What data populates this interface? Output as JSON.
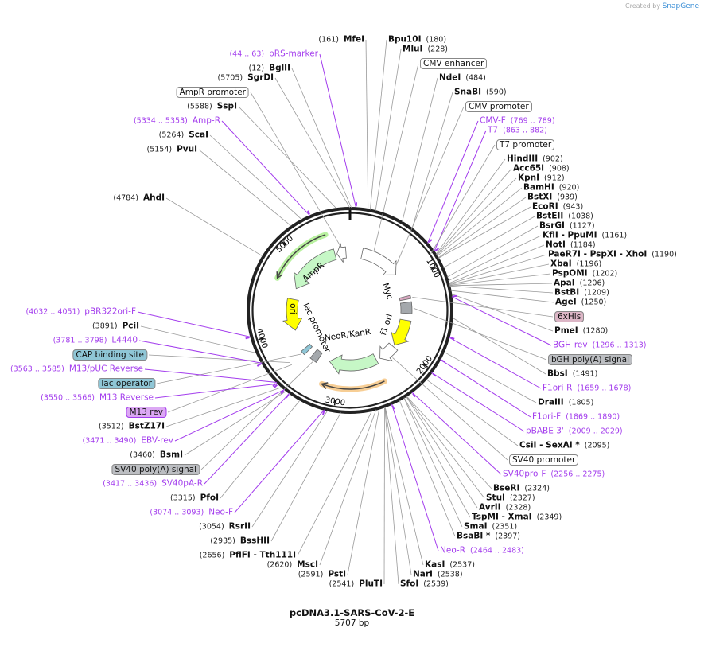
{
  "brand": {
    "prefix": "Created by",
    "name": "SnapGene"
  },
  "plasmid": {
    "name": "pcDNA3.1-SARS-CoV-2-E",
    "length": "5707 bp",
    "total_bp": 5707
  },
  "colors": {
    "site_line": "#999999",
    "primer": "#a33ded",
    "feature_green": "#c6f7c6",
    "feature_yellow": "#ffff00",
    "orf_orange": "#f5c27a",
    "orf_green": "#a8ee88"
  },
  "ticks": [
    "1000",
    "2000",
    "3000",
    "4000",
    "5000"
  ],
  "map_features": [
    "AmpR",
    "ori",
    "lac promoter",
    "NeoR/KanR",
    "f1 ori",
    "Myc"
  ],
  "labels": [
    {
      "type": "site",
      "name": "MfeI",
      "pos": "(161)"
    },
    {
      "type": "site",
      "name": "Bpu10I",
      "pos": "(180)"
    },
    {
      "type": "site",
      "name": "MluI",
      "pos": "(228)"
    },
    {
      "type": "feature",
      "name": "CMV enhancer",
      "color": "#ffffff"
    },
    {
      "type": "site",
      "name": "NdeI",
      "pos": "(484)"
    },
    {
      "type": "site",
      "name": "SnaBI",
      "pos": "(590)"
    },
    {
      "type": "feature",
      "name": "CMV promoter",
      "color": "#ffffff"
    },
    {
      "type": "primer",
      "name": "CMV-F",
      "pos": "(769 .. 789)"
    },
    {
      "type": "primer",
      "name": "T7",
      "pos": "(863 .. 882)"
    },
    {
      "type": "feature",
      "name": "T7 promoter",
      "color": "#ffffff"
    },
    {
      "type": "site",
      "name": "HindIII",
      "pos": "(902)"
    },
    {
      "type": "site",
      "name": "Acc65I",
      "pos": "(908)"
    },
    {
      "type": "site",
      "name": "KpnI",
      "pos": "(912)"
    },
    {
      "type": "site",
      "name": "BamHI",
      "pos": "(920)"
    },
    {
      "type": "site",
      "name": "BstXI",
      "pos": "(939)"
    },
    {
      "type": "site",
      "name": "EcoRI",
      "pos": "(943)"
    },
    {
      "type": "site",
      "name": "BstEII",
      "pos": "(1038)"
    },
    {
      "type": "site",
      "name": "BsrGI",
      "pos": "(1127)"
    },
    {
      "type": "site",
      "name": "KflI  - PpuMI",
      "pos": "(1161)"
    },
    {
      "type": "site",
      "name": "NotI",
      "pos": "(1184)"
    },
    {
      "type": "site",
      "name": "PaeR7I  - PspXI  - XhoI",
      "pos": "(1190)"
    },
    {
      "type": "site",
      "name": "XbaI",
      "pos": "(1196)"
    },
    {
      "type": "site",
      "name": "PspOMI",
      "pos": "(1202)"
    },
    {
      "type": "site",
      "name": "ApaI",
      "pos": "(1206)"
    },
    {
      "type": "site",
      "name": "BstBI",
      "pos": "(1209)"
    },
    {
      "type": "site",
      "name": "AgeI",
      "pos": "(1250)"
    },
    {
      "type": "feature",
      "name": "6xHis",
      "color": "#dcb6c6"
    },
    {
      "type": "site",
      "name": "PmeI",
      "pos": "(1280)"
    },
    {
      "type": "primer",
      "name": "BGH-rev",
      "pos": "(1296 .. 1313)"
    },
    {
      "type": "feature",
      "name": "bGH poly(A) signal",
      "color": "#bcbec2"
    },
    {
      "type": "site",
      "name": "BbsI",
      "pos": "(1491)"
    },
    {
      "type": "primer",
      "name": "F1ori-R",
      "pos": "(1659 .. 1678)"
    },
    {
      "type": "site",
      "name": "DraIII",
      "pos": "(1805)"
    },
    {
      "type": "primer",
      "name": "F1ori-F",
      "pos": "(1869 .. 1890)"
    },
    {
      "type": "primer",
      "name": "pBABE 3'",
      "pos": "(2009 .. 2029)"
    },
    {
      "type": "site",
      "name": "CsiI  - SexAI *",
      "pos": "(2095)"
    },
    {
      "type": "feature",
      "name": "SV40 promoter",
      "color": "#ffffff"
    },
    {
      "type": "primer",
      "name": "SV40pro-F",
      "pos": "(2256 .. 2275)"
    },
    {
      "type": "site",
      "name": "BseRI",
      "pos": "(2324)"
    },
    {
      "type": "site",
      "name": "StuI",
      "pos": "(2327)"
    },
    {
      "type": "site",
      "name": "AvrII",
      "pos": "(2328)"
    },
    {
      "type": "site",
      "name": "TspMI  - XmaI",
      "pos": "(2349)"
    },
    {
      "type": "site",
      "name": "SmaI",
      "pos": "(2351)"
    },
    {
      "type": "site",
      "name": "BsaBI *",
      "pos": "(2397)"
    },
    {
      "type": "primer",
      "name": "Neo-R",
      "pos": "(2464 .. 2483)"
    },
    {
      "type": "site",
      "name": "KasI",
      "pos": "(2537)"
    },
    {
      "type": "site",
      "name": "NarI",
      "pos": "(2538)"
    },
    {
      "type": "site",
      "name": "SfoI",
      "pos": "(2539)"
    },
    {
      "type": "site",
      "name": "PluTI",
      "pos": "(2541)"
    },
    {
      "type": "site",
      "name": "PstI",
      "pos": "(2591)"
    },
    {
      "type": "site",
      "name": "MscI",
      "pos": "(2620)"
    },
    {
      "type": "site",
      "name": "PflFI  - Tth111I",
      "pos": "(2656)"
    },
    {
      "type": "site",
      "name": "BssHII",
      "pos": "(2935)"
    },
    {
      "type": "site",
      "name": "RsrII",
      "pos": "(3054)"
    },
    {
      "type": "primer",
      "name": "Neo-F",
      "pos": "(3074 .. 3093)"
    },
    {
      "type": "site",
      "name": "PfoI",
      "pos": "(3315)"
    },
    {
      "type": "primer",
      "name": "SV40pA-R",
      "pos": "(3417 .. 3436)"
    },
    {
      "type": "feature",
      "name": "SV40 poly(A) signal",
      "color": "#bcbec2"
    },
    {
      "type": "site",
      "name": "BsmI",
      "pos": "(3460)"
    },
    {
      "type": "primer",
      "name": "EBV-rev",
      "pos": "(3471 .. 3490)"
    },
    {
      "type": "site",
      "name": "BstZ17I",
      "pos": "(3512)"
    },
    {
      "type": "feature",
      "name": "M13 rev",
      "color": "#dca8f4"
    },
    {
      "type": "primer",
      "name": "M13 Reverse",
      "pos": "(3550 .. 3566)"
    },
    {
      "type": "feature",
      "name": "lac operator",
      "color": "#8fc6d6"
    },
    {
      "type": "primer",
      "name": "M13/pUC Reverse",
      "pos": "(3563 .. 3585)"
    },
    {
      "type": "feature",
      "name": "CAP binding site",
      "color": "#8fc6d6"
    },
    {
      "type": "primer",
      "name": "L4440",
      "pos": "(3781 .. 3798)"
    },
    {
      "type": "site",
      "name": "PciI",
      "pos": "(3891)"
    },
    {
      "type": "primer",
      "name": "pBR322ori-F",
      "pos": "(4032 .. 4051)"
    },
    {
      "type": "site",
      "name": "AhdI",
      "pos": "(4784)"
    },
    {
      "type": "site",
      "name": "PvuI",
      "pos": "(5154)"
    },
    {
      "type": "site",
      "name": "ScaI",
      "pos": "(5264)"
    },
    {
      "type": "primer",
      "name": "Amp-R",
      "pos": "(5334 .. 5353)"
    },
    {
      "type": "site",
      "name": "SspI",
      "pos": "(5588)"
    },
    {
      "type": "feature",
      "name": "AmpR promoter",
      "color": "#ffffff"
    },
    {
      "type": "site",
      "name": "SgrDI",
      "pos": "(5705)"
    },
    {
      "type": "site",
      "name": "BglII",
      "pos": "(12)"
    },
    {
      "type": "primer",
      "name": "pRS-marker",
      "pos": "(44 .. 63)"
    }
  ]
}
